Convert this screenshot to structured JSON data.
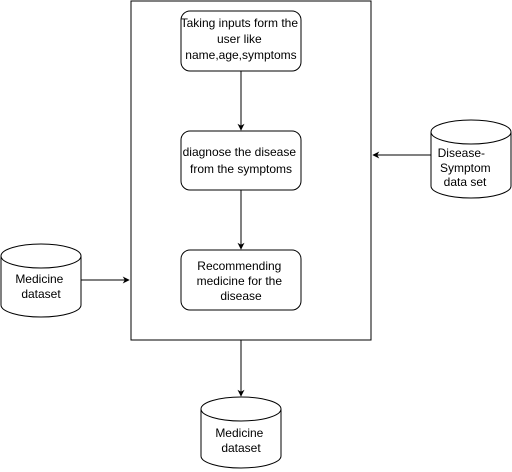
{
  "diagram": {
    "process_steps": [
      {
        "lines": [
          "Taking inputs form the",
          "user like",
          "name,age,symptoms"
        ]
      },
      {
        "lines": [
          "diagnose the disease",
          "from the symptoms"
        ]
      },
      {
        "lines": [
          "Recommending",
          "medicine for the",
          "disease"
        ]
      }
    ],
    "datastores": {
      "disease_symptom": {
        "lines": [
          "Disease-",
          "Symptom",
          "data set"
        ]
      },
      "medicine_input": {
        "lines": [
          "Medicine",
          "dataset"
        ]
      },
      "medicine_output": {
        "lines": [
          "Medicine",
          "dataset"
        ]
      }
    }
  }
}
